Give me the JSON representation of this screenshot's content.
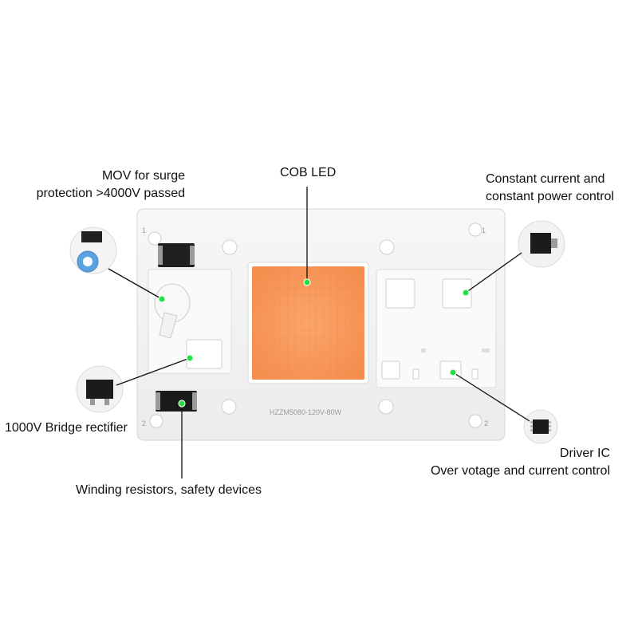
{
  "labels": {
    "mov_line1": "MOV for surge",
    "mov_line2": "protection >4000V passed",
    "cob_led": "COB LED",
    "constant_line1": "Constant current and",
    "constant_line2": "constant power control",
    "bridge": "1000V Bridge rectifier",
    "winding": "Winding resistors, safety devices",
    "driver_line1": "Driver IC",
    "driver_line2": "Over votage and current control"
  },
  "board": {
    "model_text": "HZZM5080-120V-80W",
    "corner_marks": [
      "1",
      "1",
      "2",
      "2"
    ]
  },
  "colors": {
    "board": "#f5f5f5",
    "led": "#f99a5a",
    "marker": "#22dd44"
  }
}
